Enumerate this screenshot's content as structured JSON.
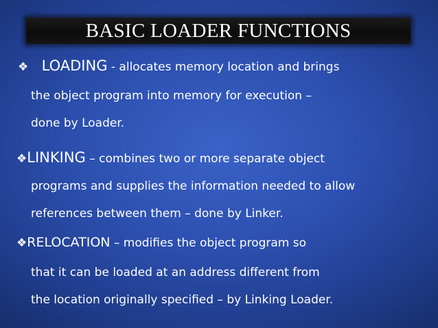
{
  "slide": {
    "title": "BASIC LOADER FUNCTIONS",
    "bullet_icon": "diamond-bullet",
    "items": [
      {
        "keyword": "LOADING",
        "lines": [
          "- allocates memory location and brings",
          "the object program into memory for execution –",
          "done by Loader."
        ]
      },
      {
        "keyword": "LINKING",
        "lines": [
          "– combines two or more separate object",
          "programs and supplies the information needed to allow",
          "references between them –  done by Linker."
        ]
      },
      {
        "keyword": "RELOCATION",
        "lines": [
          "– modifies  the  object  program  so",
          "that  it  can  be  loaded  at  an address different from",
          "the location originally specified –  by Linking Loader."
        ]
      }
    ]
  },
  "colors": {
    "background": "#2c4fae",
    "title_bar": "#111111",
    "text": "#ffffff"
  }
}
